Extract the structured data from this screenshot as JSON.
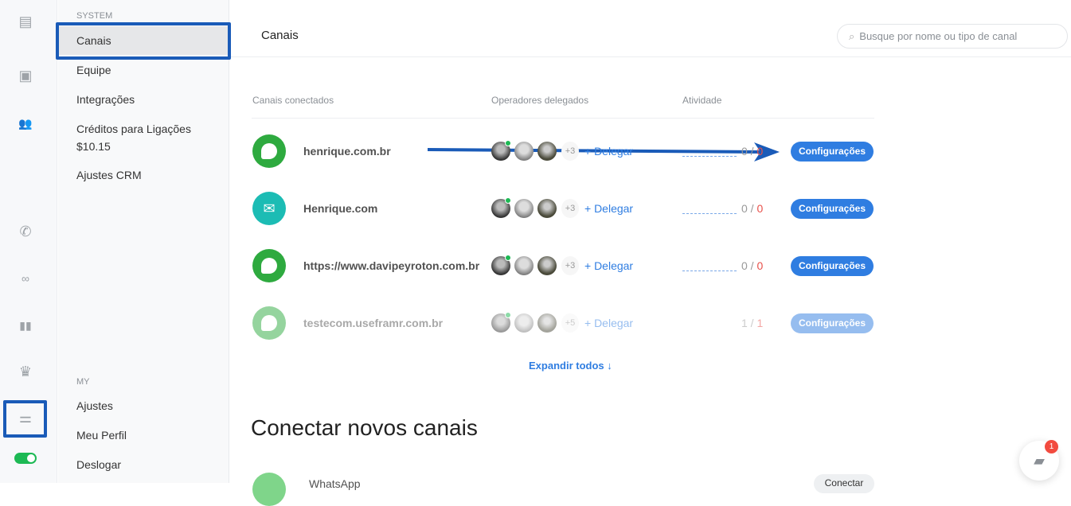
{
  "rail": {
    "icons": [
      "chat-icon",
      "contacts-icon",
      "team-icon",
      "phone-icon",
      "binoculars-icon",
      "chart-icon",
      "crown-icon",
      "settings-sliders-icon"
    ],
    "toggle_on": true
  },
  "sidebar": {
    "system_label": "SYSTEM",
    "items": [
      {
        "label": "Canais"
      },
      {
        "label": "Equipe"
      },
      {
        "label": "Integrações"
      },
      {
        "label": "Créditos para Ligações"
      },
      {
        "label": "Ajustes CRM"
      }
    ],
    "credits_value": "$10.15",
    "my_label": "MY",
    "my_items": [
      {
        "label": "Ajustes"
      },
      {
        "label": "Meu Perfil"
      },
      {
        "label": "Deslogar"
      }
    ]
  },
  "header": {
    "title": "Canais",
    "search_placeholder": "Busque por nome ou tipo de canal"
  },
  "table": {
    "columns": [
      "Canais conectados",
      "Operadores delegados",
      "Atividade"
    ],
    "rows": [
      {
        "name": "henrique.com.br",
        "type": "chat",
        "more": "+3",
        "delegate": "+ Delegar",
        "count_a": "0",
        "count_b": "0",
        "button": "Configurações"
      },
      {
        "name": "Henrique.com",
        "type": "mail",
        "more": "+3",
        "delegate": "+ Delegar",
        "count_a": "0",
        "count_b": "0",
        "button": "Configurações"
      },
      {
        "name": "https://www.davipeyroton.com.br",
        "type": "chat",
        "more": "+3",
        "delegate": "+ Delegar",
        "count_a": "0",
        "count_b": "0",
        "button": "Configurações"
      },
      {
        "name": "testecom.useframr.com.br",
        "type": "chat",
        "more": "+5",
        "delegate": "+ Delegar",
        "count_a": "1",
        "count_b": "1",
        "button": "Configurações"
      }
    ],
    "expand": "Expandir todos ↓"
  },
  "connect": {
    "title": "Conectar novos canais",
    "items": [
      {
        "name": "WhatsApp",
        "button": "Conectar"
      }
    ]
  },
  "chat_widget": {
    "badge": "1"
  },
  "colors": {
    "accent": "#2f7de1",
    "highlight": "#1a5bb8",
    "online": "#1db954",
    "alert": "#f24b3f"
  }
}
